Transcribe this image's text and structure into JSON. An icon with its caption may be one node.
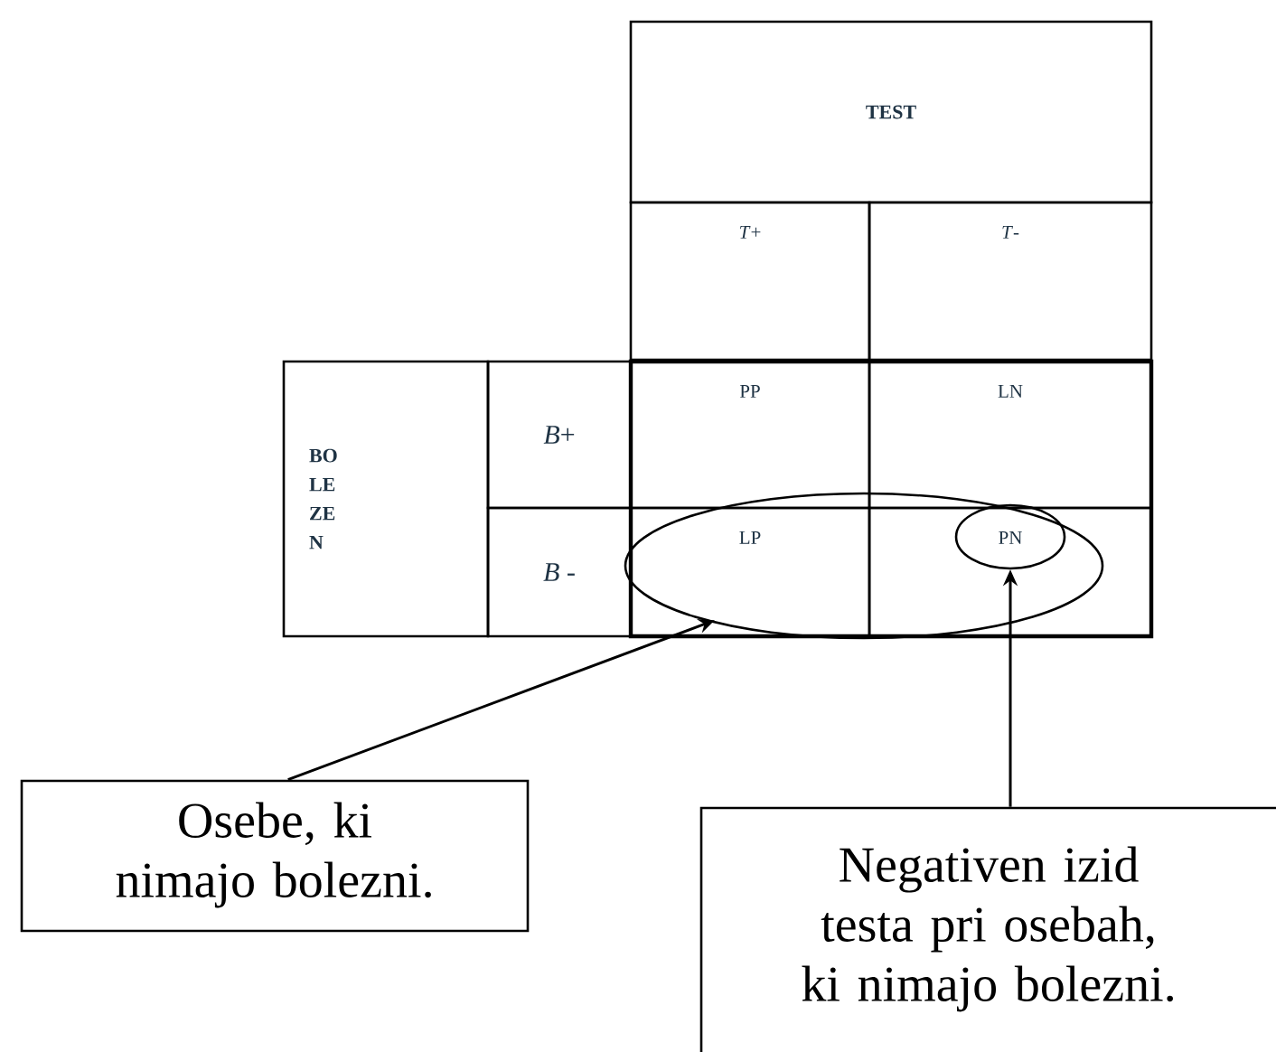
{
  "diagram": {
    "nodes": [
      {
        "text": [],
        "shape": "circle"
      },
      {
        "text": [],
        "shape": "circle",
        "in": 0
      },
      {
        "text": [
          "Osebe, ki nimajo bolezni."
        ]
      },
      {
        "text": [
          "Negativen izid testa pri osebah, ki nimajo bolezni."
        ]
      }
    ],
    "edges": [
      {
        "from": 2,
        "to": 0,
        "arrow": "to"
      },
      {
        "from": 3,
        "to": 1,
        "arrow": "to"
      }
    ],
    "labels": [
      "TEST",
      "*T*+",
      "*T*-",
      "BO LE ZE N",
      "*B*+",
      "PP",
      "LN",
      "*B* -",
      "LP",
      "PN"
    ]
  }
}
